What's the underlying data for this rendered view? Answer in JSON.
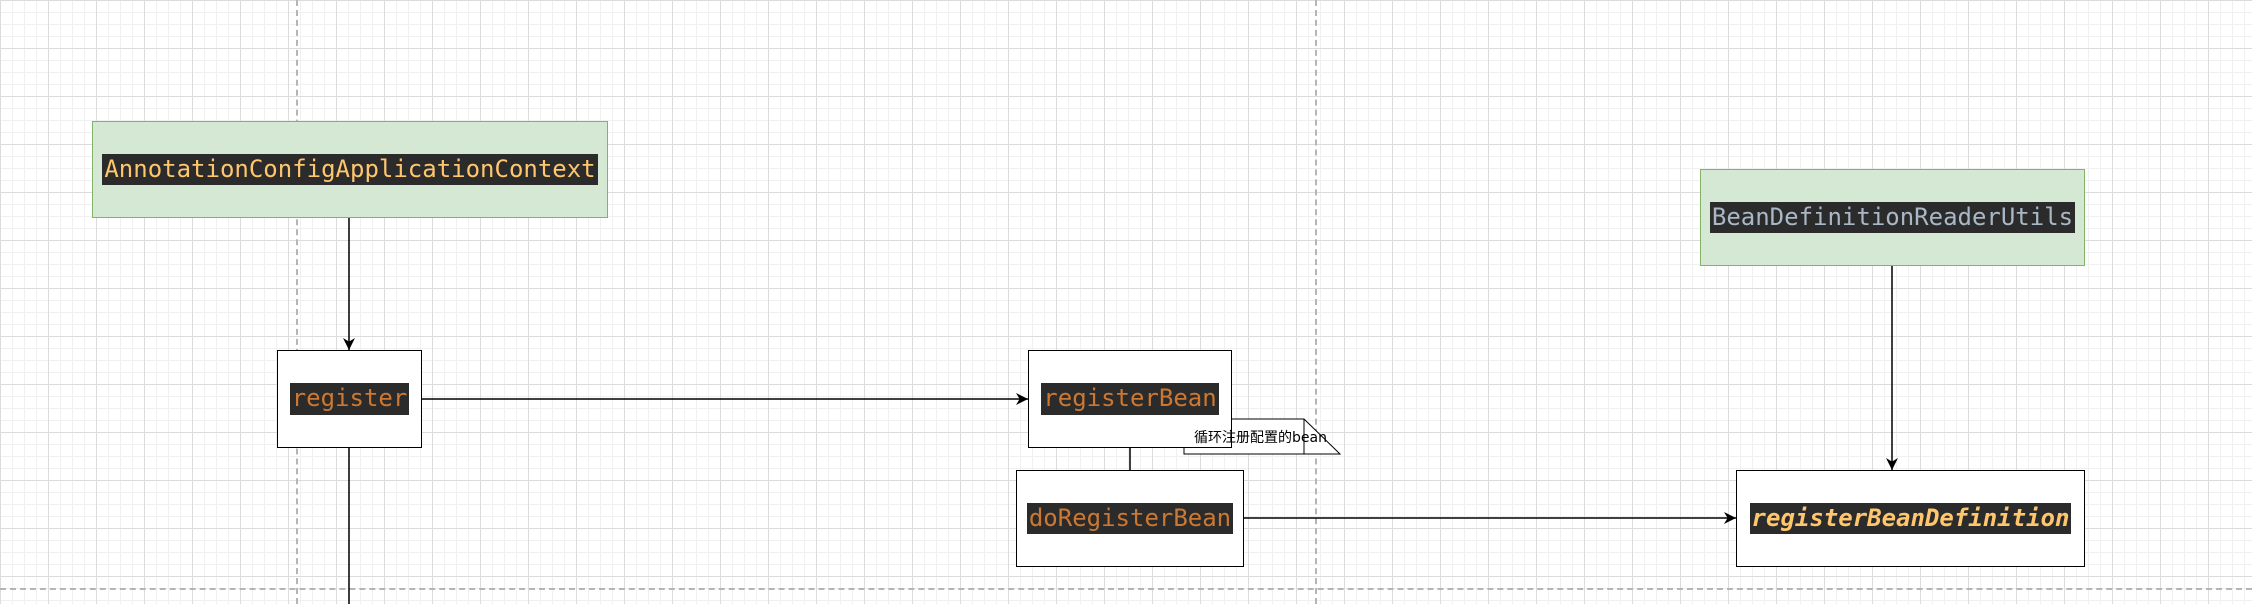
{
  "nodes": {
    "annotation_context": "AnnotationConfigApplicationContext",
    "reader_utils": "BeanDefinitionReaderUtils",
    "register": "register",
    "register_bean": "registerBean",
    "do_register_bean": "doRegisterBean",
    "register_bean_definition": "registerBeanDefinition"
  },
  "note": {
    "text": "循环注册配置的bean"
  },
  "colors": {
    "class_fill": "#d5e8d4",
    "class_stroke": "#82b366",
    "code_background": "#2b2b2b",
    "method_text": "#cc7832",
    "class_text": "#ffc66d",
    "plain_text": "#a9b7c6",
    "edge": "#000000"
  }
}
